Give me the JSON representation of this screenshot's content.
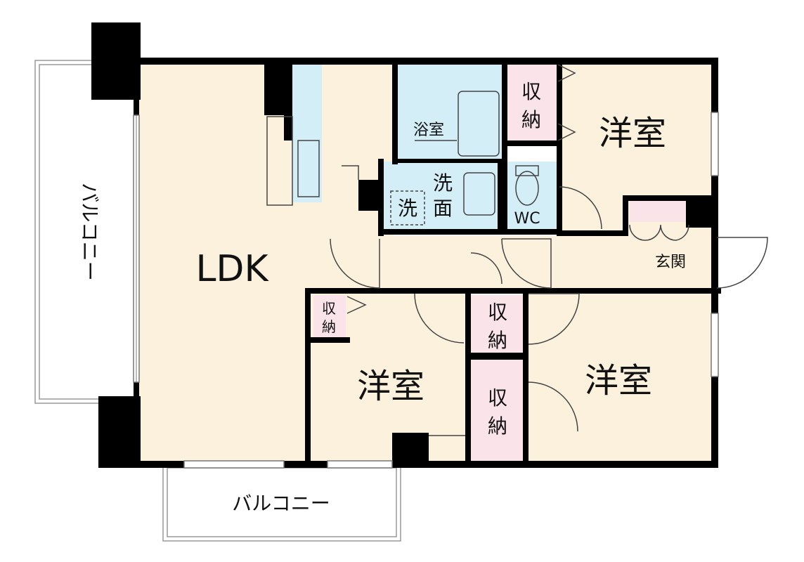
{
  "rooms": {
    "ldk": "LDK",
    "western_top": "洋室",
    "western_mid": "洋室",
    "western_right": "洋室",
    "bath": "浴室",
    "washroom": "洗面",
    "washer": "洗",
    "wc": "WC",
    "entrance": "玄関",
    "storage_top": "収納",
    "storage_small": "収納",
    "storage_mid_upper": "収納",
    "storage_mid_lower": "収納",
    "balcony_left": "バルコニー",
    "balcony_bottom": "バルコニー"
  },
  "colors": {
    "room_floor": "#fbf1dc",
    "wet_area": "#d4eef8",
    "storage": "#fbe3ea",
    "wall": "#000000"
  }
}
